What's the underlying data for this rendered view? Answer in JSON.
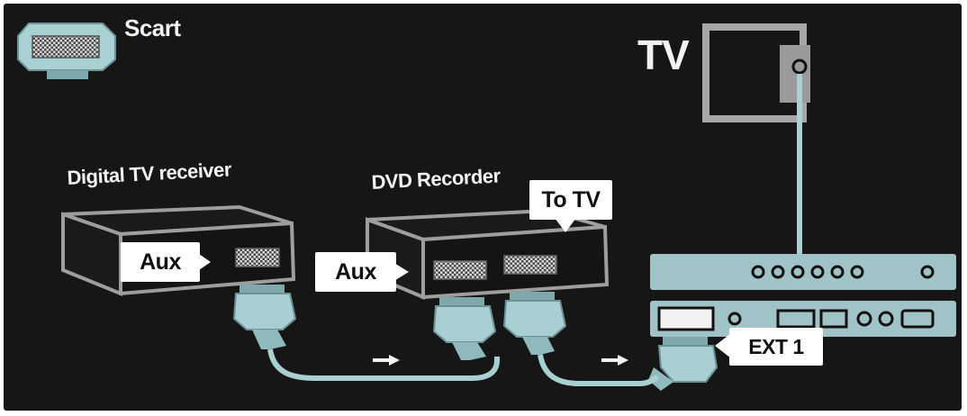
{
  "labels": {
    "scart": "Scart",
    "tv": "TV",
    "digital_tv_receiver": "Digital TV receiver",
    "dvd_recorder": "DVD Recorder",
    "aux_receiver": "Aux",
    "aux_recorder": "Aux",
    "to_tv": "To TV",
    "ext1": "EXT 1"
  },
  "colors": {
    "background": "#161616",
    "device": "#161616",
    "device_outline": "#9e9e9e",
    "tv_panel": "#9fc3c6",
    "cable": "#a9cfd2",
    "connector": "#a9cfd2",
    "tag_background": "#ffffff",
    "label_text": "#f2f2f2"
  },
  "icons": [
    "scart-connector-icon",
    "tv-icon",
    "arrow-right-icon"
  ]
}
